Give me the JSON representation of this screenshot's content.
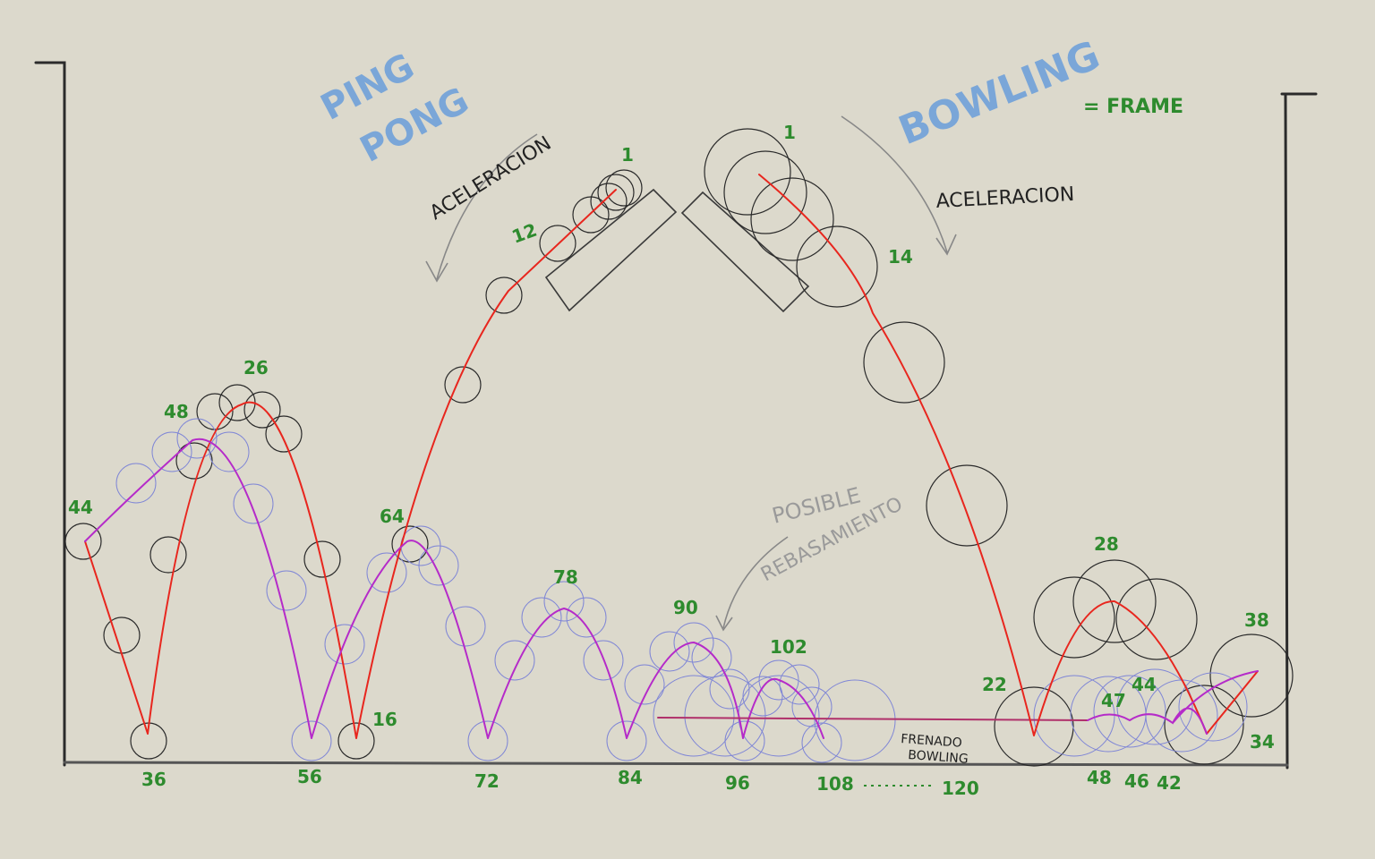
{
  "titles": {
    "ping_pong_line1": "PING",
    "ping_pong_line2": "PONG",
    "bowling": "BOWLING",
    "legend": "= FRAME"
  },
  "annotations": {
    "aceleracion_left": "ACELERACION",
    "aceleracion_right": "ACELERACION",
    "posible_line1": "POSIBLE",
    "posible_line2": "REBASAMIENTO",
    "frenado_line1": "FRENADO",
    "frenado_line2": "BOWLING"
  },
  "frame_labels": {
    "pp_1": "1",
    "pp_12": "12",
    "pp_16": "16",
    "pp_26": "26",
    "pp_36": "36",
    "pp_44": "44",
    "pp_48": "48",
    "pp_56": "56",
    "pp_64": "64",
    "pp_72": "72",
    "pp_78": "78",
    "pp_84": "84",
    "pp_90": "90",
    "pp_96": "96",
    "pp_102": "102",
    "pp_108": "108",
    "pp_120": "120",
    "bw_1": "1",
    "bw_14": "14",
    "bw_22": "22",
    "bw_28": "28",
    "bw_34": "34",
    "bw_38": "38",
    "bw_42": "42",
    "bw_44": "44",
    "bw_46": "46",
    "bw_47": "47",
    "bw_48": "48"
  },
  "colors": {
    "background": "#dcd9cc",
    "frame_ink": "#2e8b2e",
    "title_ink": "#7aa6d8",
    "arc_red": "#e8261e",
    "arc_magenta": "#b52bc9",
    "ball_black": "#2a2a2a",
    "ball_blue": "#7f86d6"
  }
}
